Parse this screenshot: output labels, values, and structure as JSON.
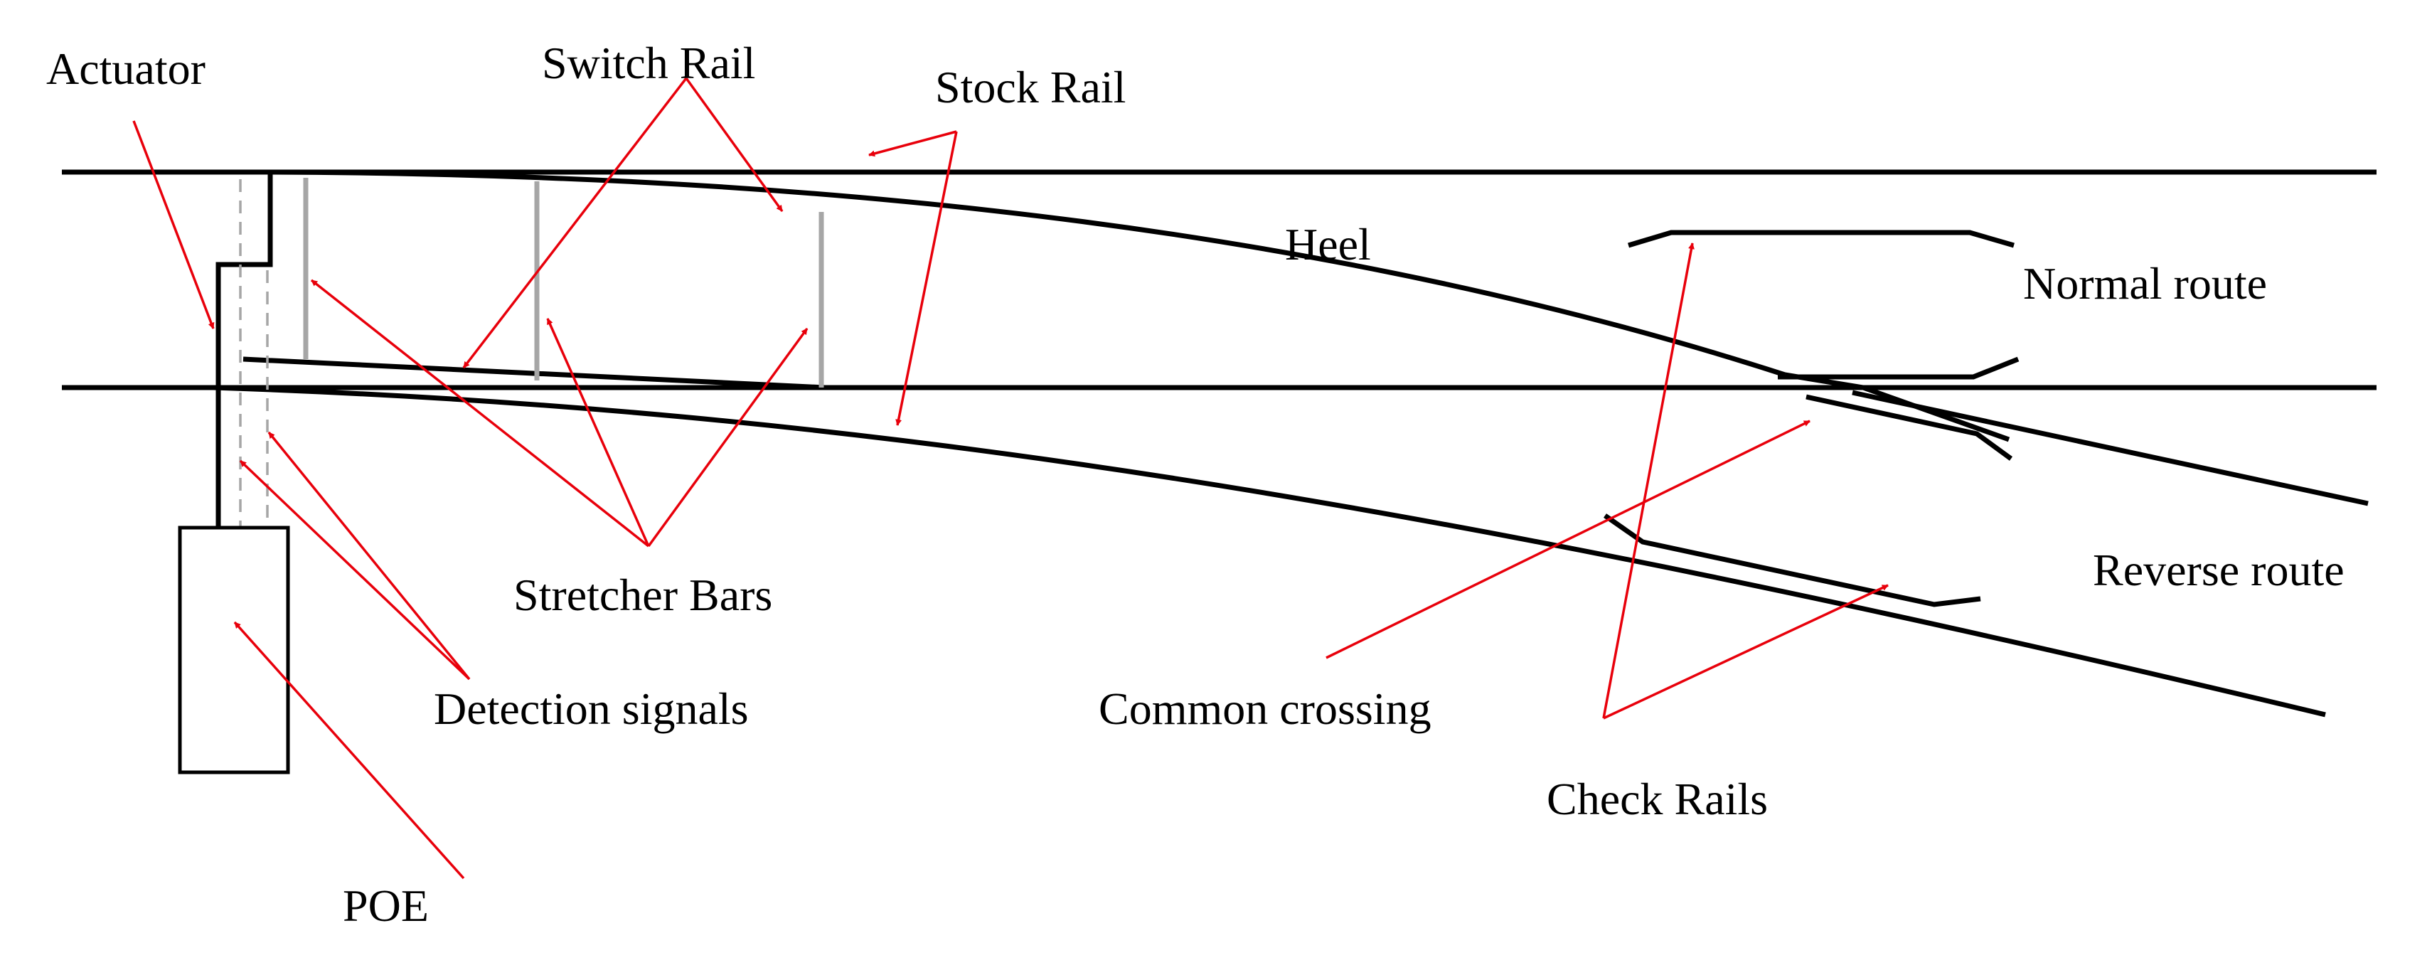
{
  "colors": {
    "rail": "#000000",
    "stretcher_bar": "#a6a6a6",
    "detection_line": "#a6a6a6",
    "leader": "#e8000b",
    "text": "#000000"
  },
  "labels": {
    "actuator": "Actuator",
    "switch_rail": "Switch Rail",
    "stock_rail": "Stock Rail",
    "heel": "Heel",
    "normal_route": "Normal route",
    "reverse_route": "Reverse route",
    "stretcher_bars": "Stretcher Bars",
    "detection_signals": "Detection signals",
    "common_crossing": "Common crossing",
    "check_rails": "Check Rails",
    "poe": "POE"
  }
}
